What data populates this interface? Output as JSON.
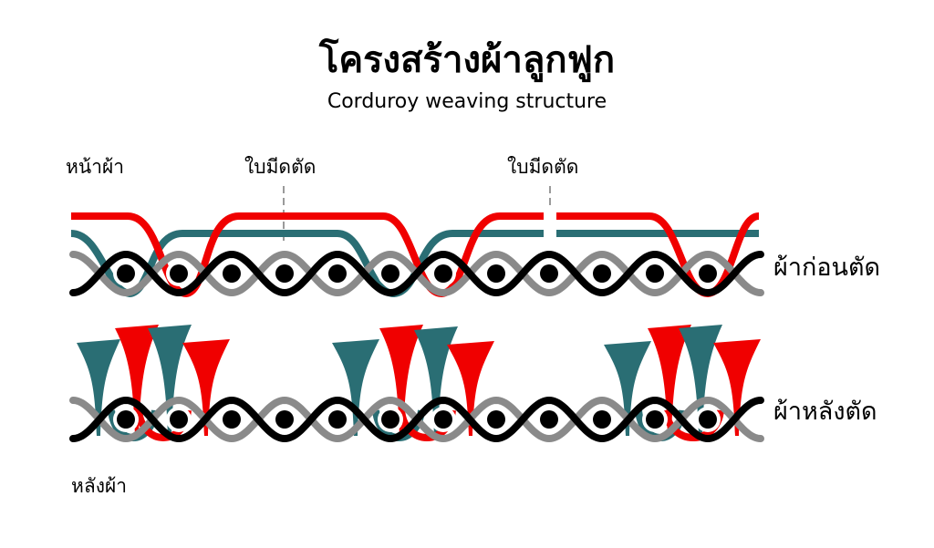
{
  "title": "โครงสร้างผ้าลูกฟูก",
  "subtitle": "Corduroy weaving structure",
  "labels": {
    "face": "หน้าผ้า",
    "back": "หลังผ้า",
    "knife_1": "ใบมีดตัด",
    "knife_2": "ใบมีดตัด",
    "before_cut": "ผ้าก่อนตัด",
    "after_cut": "ผ้าหลังตัด"
  },
  "colors": {
    "red_pile": "#f00000",
    "teal_pile": "#2a6e74",
    "ground_black": "#000000",
    "ground_gray": "#8a8a8a",
    "knife_line": "#9a9a9a"
  }
}
